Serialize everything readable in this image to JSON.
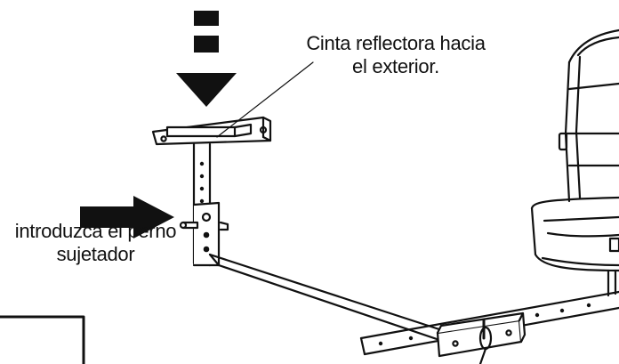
{
  "callouts": {
    "reflective_tape": {
      "line1": "Cinta reflectora hacia",
      "line2": "el exterior."
    },
    "pin": {
      "line1": "introduzca el perno",
      "line2": "sujetador"
    }
  },
  "colors": {
    "ink": "#111111",
    "paper": "#ffffff"
  },
  "icons": {
    "insert_down": "down-arrow-icon",
    "insert_right": "right-arrow-icon"
  }
}
